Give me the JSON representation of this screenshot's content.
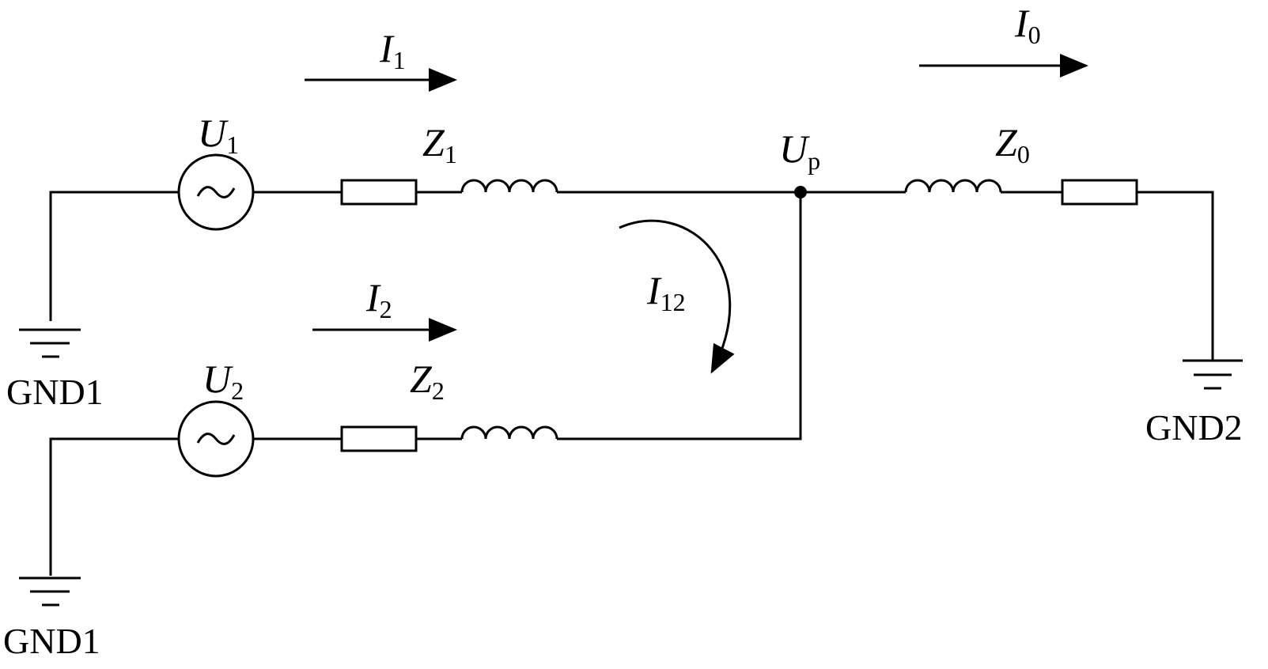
{
  "colors": {
    "line": "#000000",
    "background": "#ffffff"
  },
  "labels": {
    "i1": {
      "var": "I",
      "sub": "1"
    },
    "i0": {
      "var": "I",
      "sub": "0"
    },
    "i2": {
      "var": "I",
      "sub": "2"
    },
    "i12": {
      "var": "I",
      "sub": "12"
    },
    "u1": {
      "var": "U",
      "sub": "1"
    },
    "u2": {
      "var": "U",
      "sub": "2"
    },
    "up": {
      "var": "U",
      "sub": "p"
    },
    "z1": {
      "var": "Z",
      "sub": "1"
    },
    "z2": {
      "var": "Z",
      "sub": "2"
    },
    "z0": {
      "var": "Z",
      "sub": "0"
    },
    "gnd1_top": "GND1",
    "gnd1_bottom": "GND1",
    "gnd2": "GND2"
  },
  "icons": {
    "source": "ac-voltage-source-icon",
    "resistor": "resistor-icon",
    "inductor": "inductor-icon",
    "ground": "ground-icon",
    "arrow": "current-arrow-icon"
  }
}
